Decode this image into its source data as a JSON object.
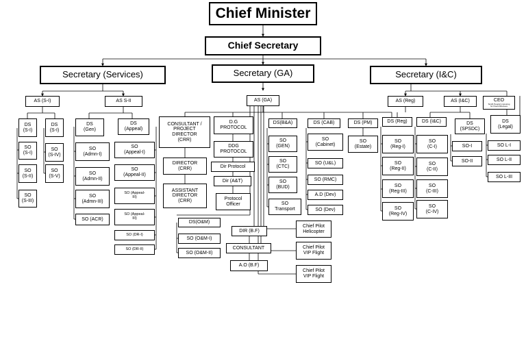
{
  "nodes": {
    "cm": "Chief Minister",
    "cs": "Chief Secretary",
    "sec_services": "Secretary (Services)",
    "sec_ga": "Secretary (GA)",
    "sec_ic": "Secretary (I&C)",
    "as_s1": "AS (S-I)",
    "as_s2": "AS S-II",
    "ds_s1_a": "DS\n(S-I)",
    "ds_s1_b": "DS\n(S-I)",
    "so_s1": "SO\n(S-I)",
    "so_s2": "SO\n(S-II)",
    "so_s3": "SO\n(S-III)",
    "so_s4": "SO\n(S-IV)",
    "so_s5": "SO\n(S-V)",
    "ds_gen": "DS\n(Gen)",
    "so_admn1": "SO\n(Admn-I)",
    "so_admn2": "SO\n(Admn-II)",
    "so_admn3": "SO\n(Admn-III)",
    "so_acr": "SO (ACR)",
    "ds_appeal": "DS\n(Appeal)",
    "so_appeal1": "SO\n(Appeal-I)",
    "so_appeal2": "SO\n(Appeal-II)",
    "so_appeal3": "SO (Appeal-\nIII)",
    "so_appeal4": "SO (Appeal-\nIII)",
    "so_dr1": "SO (DR-I)",
    "so_dr2": "SO (DR-II)",
    "as_ga": "AS (GA)",
    "consultant_crr": "CONSULTANT /\nPROJECT\nDIRECTOR\n(CRR)",
    "director_crr": "DIRECTOR\n(CRR)",
    "asst_director_crr": "ASSISTANT\nDIRECTOR\n(CRR)",
    "dg_protocol": "D.G\nPROTOCOL",
    "ddg_protocol": "DDG\nPROTOCOL",
    "dir_protocol": "Dir Protocol",
    "dir_at": "Dir (A&T)",
    "protocol_officer": "Protocol\nOfficer",
    "ds_ba": "DS(B&A)",
    "so_gen": "SO\n(GEN)",
    "so_ctc": "SO\n(CTC)",
    "so_bud": "SO\n(BUD)",
    "so_transport": "SO\nTransport",
    "ds_cab": "DS (CAB)",
    "so_cabinet": "SO\n(Cabinet)",
    "so_ul": "SO (U&L)",
    "so_rmc": "SO (RMC)",
    "ad_dev": "A.D (Dev)",
    "so_dev": "SO (Dev)",
    "ds_pm": "DS (PM)",
    "so_estate": "SO\n(Estate)",
    "ds_om": "DS(O&M)",
    "so_om1": "SO (O&M-I)",
    "so_om2": "SO (O&M-II)",
    "dir_bf": "DIR (B.F)",
    "consultant": "CONSULTANT",
    "ao_bf": "A.O (B.F)",
    "chief_pilot_heli": "Chief Pilot\nHelicopter",
    "chief_pilot_vip1": "Chief Pilot\nVIP Flight",
    "chief_pilot_vip2": "Chief Pilot\nVIP Flight",
    "as_reg": "AS (Reg)",
    "ds_reg": "DS (Reg)",
    "so_reg1": "SO\n(Reg-I)",
    "so_reg2": "SO\n(Reg-II)",
    "so_reg3": "SO\n(Reg-III)",
    "so_reg4": "SO\n(Reg-IV)",
    "as_ic": "AS (I&C)",
    "ds_ic": "DS (I&C)",
    "so_c1": "SO\n(C-I)",
    "so_c2": "SO\n(C-II)",
    "so_c3": "SO\n(C-III)",
    "so_c4": "SO\n(C-IV)",
    "ds_spsdc": "DS\n(SPSDC)",
    "so_1": "SO-I",
    "so_2": "SO-II",
    "ceo": "CEO",
    "ceo_sub": "Sindh People's Housing\nfor Flood Affectees",
    "ds_legal": "DS\n(Legal)",
    "so_l1": "SO L-I",
    "so_l2": "SO L-II",
    "so_l3": "SO L-III"
  }
}
